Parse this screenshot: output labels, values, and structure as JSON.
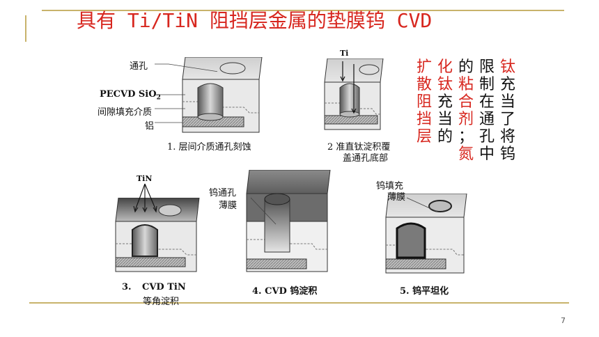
{
  "title": "具有 Ti/TiN 阻挡层金属的垫膜钨 CVD",
  "page_number": "7",
  "labels": {
    "via": "通孔",
    "pecvd": "PECVD SiO",
    "pecvd_sub": "2",
    "gap_fill": "间隙填充介质",
    "aluminum": "铝",
    "ti": "Ti",
    "tin": "TiN",
    "w_via_film_1": "钨通孔",
    "w_via_film_2": "薄膜",
    "w_fill_film_1": "钨填充",
    "w_fill_film_2": "薄膜"
  },
  "captions": {
    "step1": "1.  层间介质通孔刻蚀",
    "step2_1": "2  准直钛淀积覆",
    "step2_2": "盖通孔底部",
    "step3_num": "3.",
    "step3_1": "CVD TiN",
    "step3_2": "等角淀积",
    "step4": "4.  CVD 钨淀积",
    "step5": "5.  钨平坦化"
  },
  "side_text": {
    "col1": "扩\n散\n阻\n挡\n层",
    "col2": "化\n钛\n充\n当\n的",
    "col3": "的\n粘\n合\n剂\n；",
    "col4": "限\n制\n在\n通\n孔\n中",
    "col5": "钛\n充\n当\n了\n将\n钨"
  },
  "colors": {
    "title_red": "#d7261e",
    "deco_gold": "#c8b36b"
  }
}
